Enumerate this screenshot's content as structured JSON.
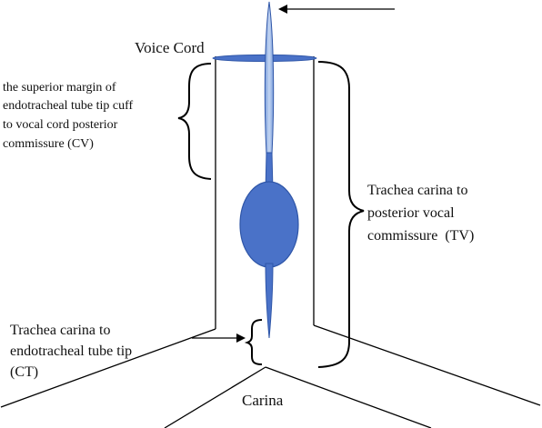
{
  "labels": {
    "voice_cord": "Voice Cord",
    "cv_lines": [
      "the superior margin of",
      "endotracheal tube tip cuff",
      "to vocal cord posterior",
      "commissure (CV)"
    ],
    "tv_lines": [
      "Trachea carina to",
      "posterior vocal",
      "commissure  (TV)"
    ],
    "ct_lines": [
      "Trachea carina to",
      "endotracheal tube tip",
      "(CT)"
    ],
    "carina": "Carina"
  },
  "colors": {
    "tube_fill": "#4a72c8",
    "tube_stroke": "#2f56a8",
    "tube_top_fill": "#8fb0e6",
    "line": "#000000"
  }
}
